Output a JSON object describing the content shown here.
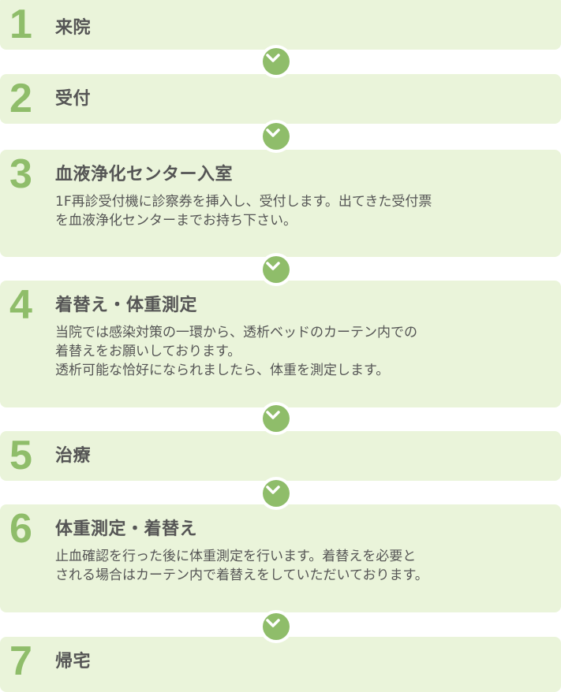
{
  "colors": {
    "accent": "#8fbd6a",
    "box_bg": "#eaf4da",
    "text": "#555555"
  },
  "steps": [
    {
      "number": "1",
      "title": "来院",
      "description": ""
    },
    {
      "number": "2",
      "title": "受付",
      "description": ""
    },
    {
      "number": "3",
      "title": "血液浄化センター入室",
      "description": "1F再診受付機に診察券を挿入し、受付します。出てきた受付票\nを血液浄化センターまでお持ち下さい。"
    },
    {
      "number": "4",
      "title": "着替え・体重測定",
      "description": "当院では感染対策の一環から、透析ベッドのカーテン内での\n着替えをお願いしております。\n透析可能な恰好になられましたら、体重を測定します。"
    },
    {
      "number": "5",
      "title": "治療",
      "description": ""
    },
    {
      "number": "6",
      "title": "体重測定・着替え",
      "description": "止血確認を行った後に体重測定を行います。着替えを必要と\nされる場合はカーテン内で着替えをしていただいております。"
    },
    {
      "number": "7",
      "title": "帰宅",
      "description": ""
    }
  ]
}
